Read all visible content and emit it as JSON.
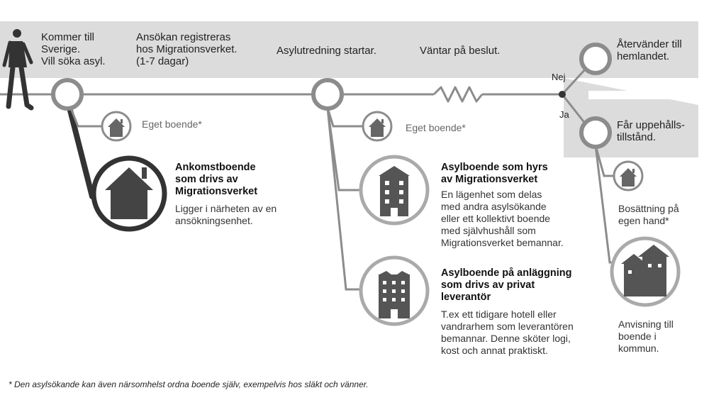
{
  "stages": {
    "arrival": "Kommer till\nSverige.\nVill söka asyl.",
    "registration": "Ansökan registreras\nhos Migrationsverket.\n(1-7 dagar)",
    "investigation": "Asylutredning startar.",
    "waiting": "Väntar på beslut."
  },
  "branches": {
    "no_label": "Nej",
    "yes_label": "Ja",
    "return_home": "Återvänder till\nhemlandet.",
    "residence_permit": "Får uppehålls-\ntillstånd."
  },
  "own_housing_1": "Eget boende*",
  "own_housing_2": "Eget boende*",
  "arrival_housing": {
    "title": "Ankomstboende\nsom drivs av\nMigrationsverket",
    "desc": "Ligger i närheten av en\nansökningsenhet."
  },
  "rented_housing": {
    "title": "Asylboende som hyrs\nav Migrationsverket",
    "desc": "En lägenhet som delas\nmed andra asylsökande\neller ett kollektivt boende\nmed självhushåll som\nMigrationsverket bemannar."
  },
  "facility_housing": {
    "title": "Asylboende på anläggning\nsom drivs av privat\nleverantör",
    "desc": "T.ex ett tidigare hotell eller\nvandrarhem som leverantören\nbemannar. Denne sköter logi,\nkost och annat praktiskt."
  },
  "settle_own": "Bosättning på\negen hand*",
  "municipality": "Anvisning till\nboende i\nkommun.",
  "footnote": "* Den asylsökande kan även närsomhelst ordna boende själv, exempelvis hos släkt och vänner.",
  "icons": [
    "walking-person-icon",
    "house-icon",
    "apartment-building-icon",
    "hotel-building-icon",
    "houses-icon"
  ],
  "colors": {
    "band": "#dcdcdc",
    "line": "#8c8c8c",
    "dark": "#333333",
    "icon": "#555555"
  }
}
